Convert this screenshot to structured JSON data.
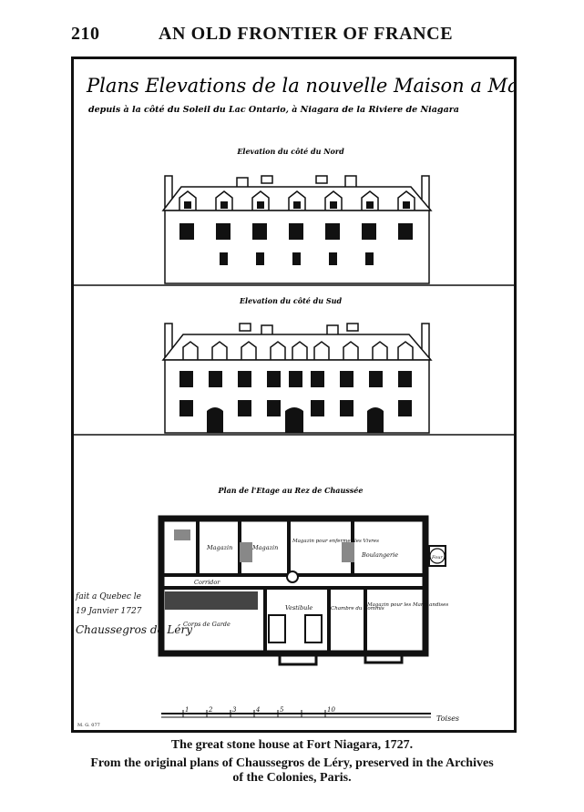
{
  "header": {
    "page_number": "210",
    "running_head": "AN OLD FRONTIER OF FRANCE"
  },
  "plate": {
    "title_line1": "Plans Elevations de la nouvelle Maison a Machecoulis",
    "title_line2": "depuis à la côté du Soleil du Lac Ontario, à Niagara de la Riviere de Niagara",
    "elevation_north_label": "Elevation du côté du Nord",
    "elevation_south_label": "Elevation du côté du Sud",
    "ground_plan_label": "Plan de l'Etage au Rez de Chaussée",
    "rooms": {
      "magazin_left": "Magazin",
      "magazin_mid": "Magazin",
      "magazin_grain": "Magazin pour enfermer les Vivres",
      "boulangerie": "Boulangerie",
      "corridor": "Corridor",
      "vestibule": "Vestibule",
      "chambre": "Chambre du Commis",
      "magazin_marchandises": "Magazin pour les Marchandises",
      "corps_de_garde": "Corps de Garde",
      "four": "Four"
    },
    "signature_line1": "fait a Quebec le",
    "signature_line2": "19 Janvier 1727",
    "signature_name": "Chaussegros de Léry",
    "scale_label": "Toises",
    "scale_ticks": [
      "1",
      "2",
      "3",
      "4",
      "5",
      "",
      "10"
    ],
    "plate_mark": "M. G. 077"
  },
  "caption": {
    "title": "The great stone house at Fort Niagara, 1727.",
    "credit_line1": "From the original plans of Chaussegros de Léry, preserved in the Archives",
    "credit_line2": "of the Colonies, Paris."
  }
}
